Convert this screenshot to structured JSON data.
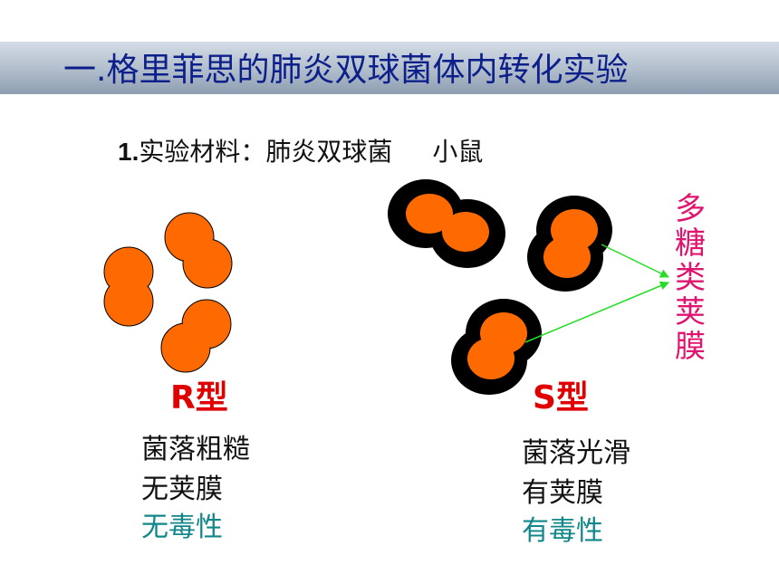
{
  "title": "一.格里菲思的肺炎双球菌体内转化实验",
  "materials": {
    "number": "1.",
    "label": "实验材料：肺炎双球菌",
    "mouse": "小鼠"
  },
  "capsule_label": [
    "多",
    "糖",
    "类",
    "荚",
    "膜"
  ],
  "r_type": {
    "label": "R型",
    "colony": "菌落粗糙",
    "capsule": "无荚膜",
    "toxicity": "无毒性"
  },
  "s_type": {
    "label": "S型",
    "colony": "菌落光滑",
    "capsule": "有荚膜",
    "toxicity": "有毒性"
  },
  "colors": {
    "title": "#0d1f8a",
    "bacteria": "#ff6a00",
    "capsule": "#000000",
    "type_label": "#e00000",
    "capsule_label": "#e0146e",
    "toxicity": "#11878a",
    "arrow": "#22dd22"
  }
}
